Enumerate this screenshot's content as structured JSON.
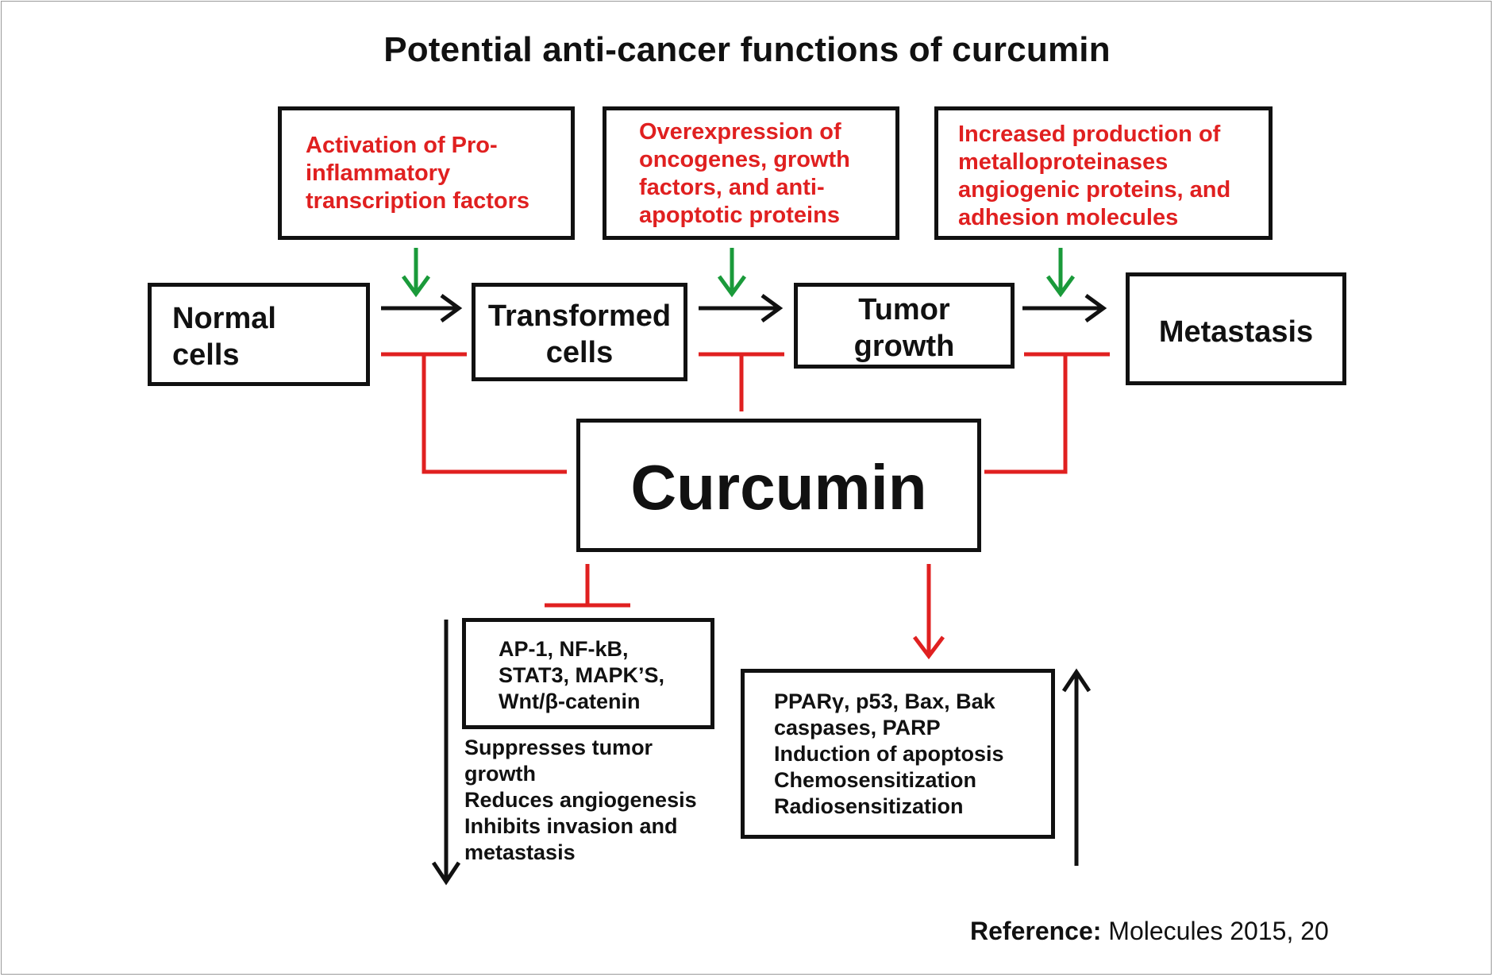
{
  "title": "Potential anti-cancer functions of curcumin",
  "stages": {
    "normal": "Normal\ncells",
    "transformed": "Transformed\ncells",
    "tumor": "Tumor\ngrowth",
    "metastasis": "Metastasis"
  },
  "drivers": {
    "inflammatory": "Activation of Pro-\ninflammatory\ntranscription factors",
    "oncogenes": "Overexpression of\noncogenes, growth\nfactors, and anti-\napoptotic proteins",
    "metallo": "Increased production of\nmetalloproteinases\nangiogenic proteins, and\nadhesion molecules"
  },
  "center": "Curcumin",
  "inhibited": {
    "targets": "AP-1, NF-kB,\nSTAT3, MAPK’S,\nWnt/β-catenin",
    "effects": "Suppresses tumor\ngrowth\nReduces angiogenesis\nInhibits invasion and\nmetastasis"
  },
  "induced": {
    "targets": "PPARγ, p53, Bax, Bak\ncaspases, PARP\nInduction of apoptosis\nChemosensitization\nRadiosensitization"
  },
  "reference": {
    "label": "Reference:",
    "text": " Molecules 2015, 20"
  },
  "colors": {
    "black": "#111111",
    "red": "#e02020",
    "green": "#1a9a3a"
  }
}
